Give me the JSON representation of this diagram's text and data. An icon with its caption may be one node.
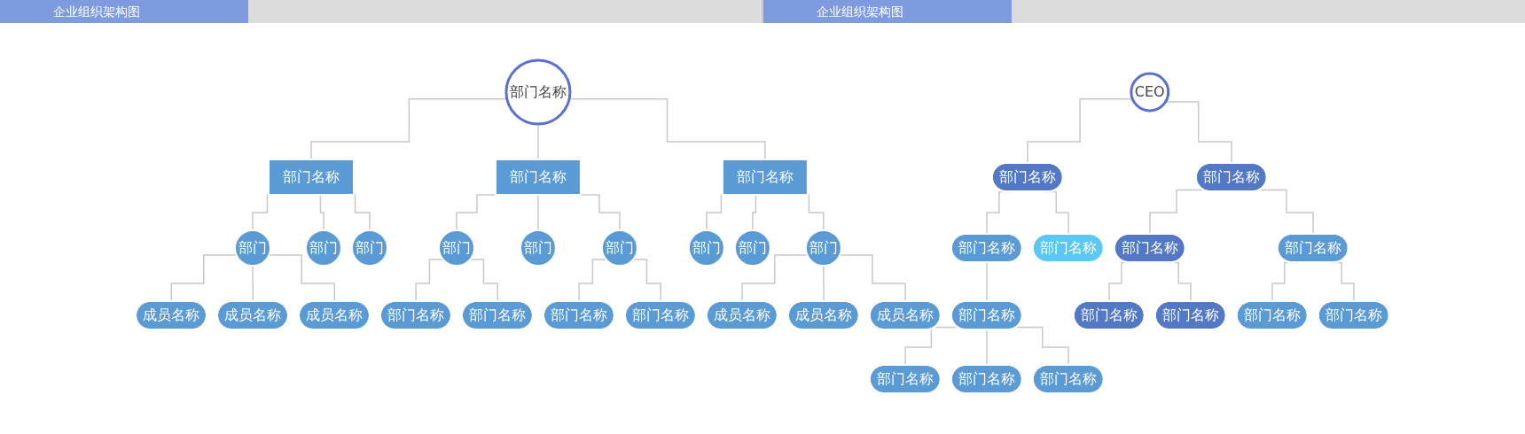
{
  "diagram": {
    "nodes": [
      {
        "text": [
          "部门名称"
        ]
      },
      {
        "text": [
          "部门名称"
        ]
      },
      {
        "text": [
          "部门名称"
        ]
      },
      {
        "text": [
          "部门名称"
        ]
      },
      {
        "text": [
          "部门"
        ]
      },
      {
        "text": [
          "部门"
        ]
      },
      {
        "text": [
          "部门"
        ]
      },
      {
        "text": [
          "部门"
        ]
      },
      {
        "text": [
          "部门"
        ]
      },
      {
        "text": [
          "部门"
        ]
      },
      {
        "text": [
          "部门"
        ]
      },
      {
        "text": [
          "部门"
        ]
      },
      {
        "text": [
          "部门"
        ]
      },
      {
        "text": [
          "成员名称"
        ]
      },
      {
        "text": [
          "成员名称"
        ]
      },
      {
        "text": [
          "成员名称"
        ]
      },
      {
        "text": [
          "部门名称"
        ]
      },
      {
        "text": [
          "部门名称"
        ]
      },
      {
        "text": [
          "部门名称"
        ]
      },
      {
        "text": [
          "部门名称"
        ]
      },
      {
        "text": [
          "成员名称"
        ]
      },
      {
        "text": [
          "成员名称"
        ]
      },
      {
        "text": [
          "成员名称"
        ]
      },
      {
        "text": [
          "CEO"
        ]
      },
      {
        "text": [
          "部门名称"
        ]
      },
      {
        "text": [
          "部门名称"
        ]
      },
      {
        "text": [
          "部门名称"
        ]
      },
      {
        "text": [
          "部门名称"
        ]
      },
      {
        "text": [
          "部门名称"
        ]
      },
      {
        "text": [
          "部门名称"
        ]
      },
      {
        "text": [
          "部门名称"
        ]
      },
      {
        "text": [
          "部门名称"
        ]
      },
      {
        "text": [
          "部门名称"
        ]
      },
      {
        "text": [
          "部门名称"
        ]
      },
      {
        "text": [
          "部门名称"
        ]
      },
      {
        "text": [
          "部门名称"
        ]
      },
      {
        "text": [
          "部门名称"
        ]
      },
      {
        "text": [
          "部门名称"
        ]
      }
    ],
    "edges": [
      {
        "from": 0,
        "to": 1,
        "arrow": "none"
      },
      {
        "from": 0,
        "to": 2,
        "arrow": "none"
      },
      {
        "from": 0,
        "to": 3,
        "arrow": "none"
      },
      {
        "from": 1,
        "to": 4,
        "arrow": "none"
      },
      {
        "from": 1,
        "to": 5,
        "arrow": "none"
      },
      {
        "from": 1,
        "to": 6,
        "arrow": "none"
      },
      {
        "from": 2,
        "to": 7,
        "arrow": "none"
      },
      {
        "from": 2,
        "to": 8,
        "arrow": "none"
      },
      {
        "from": 2,
        "to": 9,
        "arrow": "none"
      },
      {
        "from": 3,
        "to": 10,
        "arrow": "none"
      },
      {
        "from": 3,
        "to": 11,
        "arrow": "none"
      },
      {
        "from": 3,
        "to": 12,
        "arrow": "none"
      },
      {
        "from": 4,
        "to": 13,
        "arrow": "none"
      },
      {
        "from": 4,
        "to": 14,
        "arrow": "none"
      },
      {
        "from": 4,
        "to": 15,
        "arrow": "none"
      },
      {
        "from": 7,
        "to": 16,
        "arrow": "none"
      },
      {
        "from": 7,
        "to": 17,
        "arrow": "none"
      },
      {
        "from": 9,
        "to": 18,
        "arrow": "none"
      },
      {
        "from": 9,
        "to": 19,
        "arrow": "none"
      },
      {
        "from": 12,
        "to": 20,
        "arrow": "none"
      },
      {
        "from": 12,
        "to": 21,
        "arrow": "none"
      },
      {
        "from": 12,
        "to": 22,
        "arrow": "none"
      },
      {
        "from": 23,
        "to": 24,
        "arrow": "none"
      },
      {
        "from": 24,
        "to": 25,
        "arrow": "none"
      },
      {
        "from": 24,
        "to": 26,
        "arrow": "none"
      },
      {
        "from": 25,
        "to": 27,
        "arrow": "none"
      },
      {
        "from": 27,
        "to": 28,
        "arrow": "none"
      },
      {
        "from": 27,
        "to": 29,
        "arrow": "none"
      },
      {
        "from": 27,
        "to": 30,
        "arrow": "none"
      },
      {
        "from": 23,
        "to": 31,
        "arrow": "none"
      },
      {
        "from": 31,
        "to": 32,
        "arrow": "none"
      },
      {
        "from": 31,
        "to": 33,
        "arrow": "none"
      },
      {
        "from": 33,
        "to": 34,
        "arrow": "none"
      },
      {
        "from": 33,
        "to": 35,
        "arrow": "none"
      },
      {
        "from": 32,
        "to": 36,
        "arrow": "none"
      },
      {
        "from": 32,
        "to": 37,
        "arrow": "none"
      }
    ],
    "labels": [
      "企业组织架构图",
      "企业组织架构图"
    ]
  }
}
